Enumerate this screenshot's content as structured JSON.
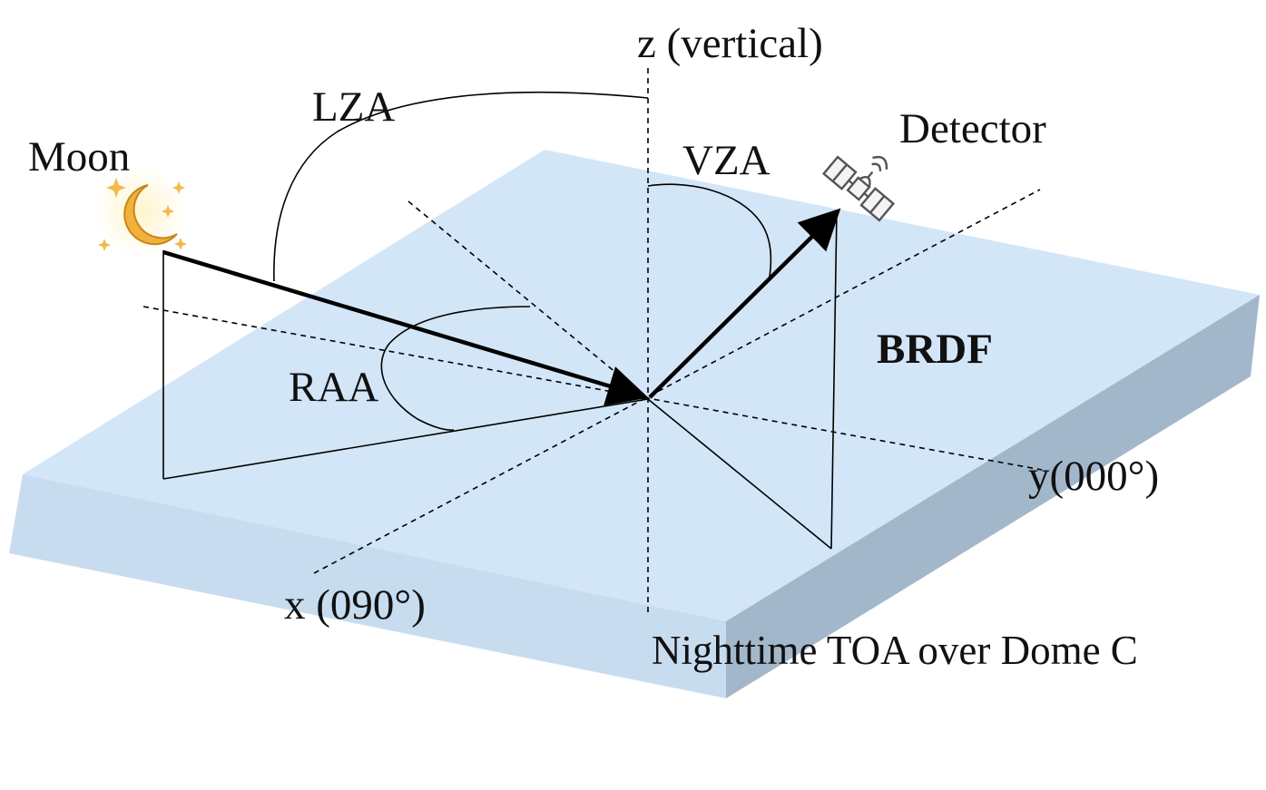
{
  "labels": {
    "z_axis": "z (vertical)",
    "lza": "LZA",
    "moon": "Moon",
    "vza": "VZA",
    "detector": "Detector",
    "brdf": "BRDF",
    "raa": "RAA",
    "y_axis": "y(000°)",
    "x_axis": "x (090°)",
    "caption": "Nighttime TOA over Dome C"
  },
  "icons": {
    "moon": "crescent-moon-icon",
    "detector": "satellite-icon"
  },
  "colors": {
    "slab_top": "#d3e6f8",
    "slab_front": "#c8dcf0",
    "slab_side": "#a3b7cb",
    "lines": "#000000",
    "moon": "#f2b13c"
  }
}
